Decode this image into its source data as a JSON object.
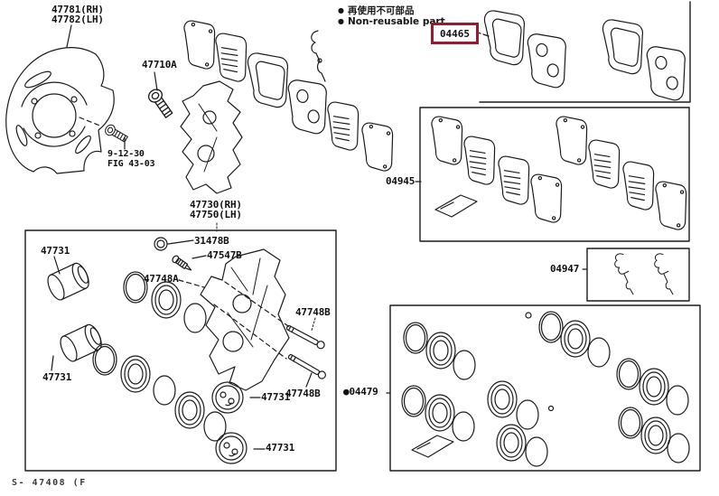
{
  "colors": {
    "line": "#1b1b1b",
    "highlight_box": "#9b1833",
    "background": "#ffffff",
    "footer_text": "#3a3a3a"
  },
  "legend": {
    "bullet": "●",
    "line1_jp": "再使用不可部品",
    "line2_en": "Non-reusable part"
  },
  "labels": {
    "backing_plate_rh": "47781(RH)",
    "backing_plate_lh": "47782(LH)",
    "mounting_bolt": "47710A",
    "fig_ref_line1": "9-12-30",
    "fig_ref_line2": "FIG 43-03",
    "caliper_assembly_rh": "47730(RH)",
    "caliper_assembly_lh": "47750(LH)",
    "piston": "47731",
    "bleeder_plug_cap": "31478B",
    "bleeder_plug": "47547B",
    "cylinder_slide_bush": "47748A",
    "cylinder_slide_pin": "47748B",
    "pad_kit": "04465",
    "shim_kit": "04945",
    "pad_support_kit": "04947",
    "cylinder_kit": "04479"
  },
  "footer": {
    "fig_code": "S- 47408 (F"
  }
}
